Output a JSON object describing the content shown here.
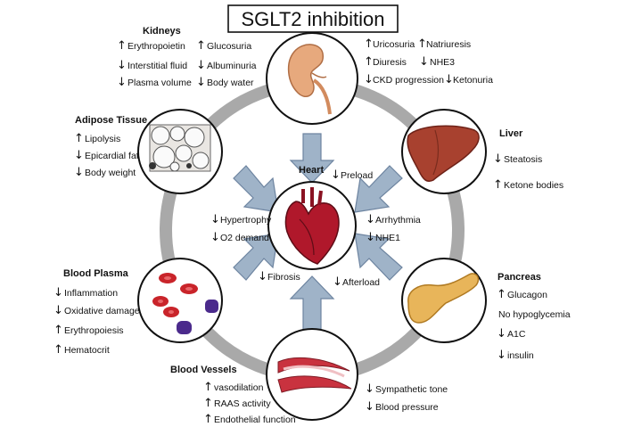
{
  "title": "SGLT2 inhibition",
  "center": {
    "label": "Heart",
    "effects": [
      {
        "dir": "down",
        "text": "Preload"
      },
      {
        "dir": "down",
        "text": "Hypertrophy"
      },
      {
        "dir": "down",
        "text": "O2 demand"
      },
      {
        "dir": "down",
        "text": "Arrhythmia"
      },
      {
        "dir": "down",
        "text": "NHE1"
      },
      {
        "dir": "down",
        "text": "Fibrosis"
      },
      {
        "dir": "down",
        "text": "Afterload"
      }
    ]
  },
  "kidneys": {
    "label": "Kidneys",
    "left": [
      {
        "dir": "up",
        "text": "Erythropoietin"
      },
      {
        "dir": "down",
        "text": "Interstitial fluid"
      },
      {
        "dir": "down",
        "text": "Plasma volume"
      }
    ],
    "right": [
      {
        "dir": "up",
        "text": "Glucosuria"
      },
      {
        "dir": "down",
        "text": "Albuminuria"
      },
      {
        "dir": "down",
        "text": "Body water"
      }
    ],
    "top_right": [
      {
        "dir": "up",
        "text": "Uricosuria"
      },
      {
        "dir": "up",
        "text": "Natriuresis"
      },
      {
        "dir": "up",
        "text": "Diuresis"
      },
      {
        "dir": "down",
        "text": "NHE3"
      },
      {
        "dir": "down",
        "text": "CKD progression"
      },
      {
        "dir": "down",
        "text": "Ketonuria"
      }
    ]
  },
  "adipose": {
    "label": "Adipose Tissue",
    "effects": [
      {
        "dir": "up",
        "text": "Lipolysis"
      },
      {
        "dir": "down",
        "text": "Epicardial fat"
      },
      {
        "dir": "down",
        "text": "Body weight"
      }
    ]
  },
  "liver": {
    "label": "Liver",
    "effects": [
      {
        "dir": "down",
        "text": "Steatosis"
      },
      {
        "dir": "up",
        "text": "Ketone bodies"
      }
    ]
  },
  "plasma": {
    "label": "Blood Plasma",
    "effects": [
      {
        "dir": "down",
        "text": "Inflammation"
      },
      {
        "dir": "down",
        "text": "Oxidative damage"
      },
      {
        "dir": "up",
        "text": "Erythropoiesis"
      },
      {
        "dir": "up",
        "text": "Hematocrit"
      }
    ]
  },
  "pancreas": {
    "label": "Pancreas",
    "effects": [
      {
        "dir": "up",
        "text": "Glucagon"
      },
      {
        "dir": "none",
        "text": "No hypoglycemia"
      },
      {
        "dir": "down",
        "text": "A1C"
      },
      {
        "dir": "down",
        "text": "insulin"
      }
    ]
  },
  "vessels": {
    "label": "Blood Vessels",
    "left": [
      {
        "dir": "up",
        "text": "vasodilation"
      },
      {
        "dir": "up",
        "text": "RAAS activity"
      },
      {
        "dir": "up",
        "text": "Endothelial function"
      }
    ],
    "right": [
      {
        "dir": "down",
        "text": "Sympathetic tone"
      },
      {
        "dir": "down",
        "text": "Blood pressure"
      }
    ]
  },
  "colors": {
    "ring": "#a9a9a9",
    "arrow_fill": "#9fb3c8",
    "arrow_stroke": "#6d84a0",
    "heart": "#b0182b",
    "kidney": "#e7a97d",
    "liver": "#a8412f",
    "pancreas": "#e8b55a",
    "rbc": "#c9242a",
    "wbc": "#4b2a8c",
    "vessel": "#c9323f"
  },
  "glyphs": {
    "up": "↑",
    "down": "↓"
  }
}
